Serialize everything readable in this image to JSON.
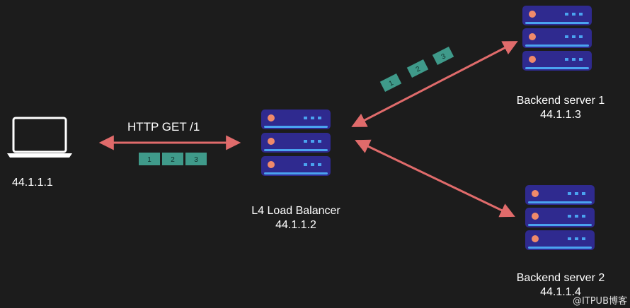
{
  "client": {
    "ip": "44.1.1.1",
    "icon": "laptop-icon"
  },
  "request": {
    "label": "HTTP GET /1",
    "packets": [
      "1",
      "2",
      "3"
    ]
  },
  "load_balancer": {
    "name": "L4 Load Balancer",
    "ip": "44.1.1.2",
    "icon": "server-rack-icon"
  },
  "backend1": {
    "name": "Backend server 1",
    "ip": "44.1.1.3",
    "icon": "server-rack-icon",
    "packets": [
      "1",
      "2",
      "3"
    ]
  },
  "backend2": {
    "name": "Backend server 2",
    "ip": "44.1.1.4",
    "icon": "server-rack-icon"
  },
  "watermark": "@ITPUB博客",
  "colors": {
    "background": "#1c1c1c",
    "arrow": "#e06b6b",
    "server_body": "#2f2a8f",
    "server_accent": "#4aa3f0",
    "server_led": "#f08a6a",
    "packet": "#3f9a8a"
  }
}
